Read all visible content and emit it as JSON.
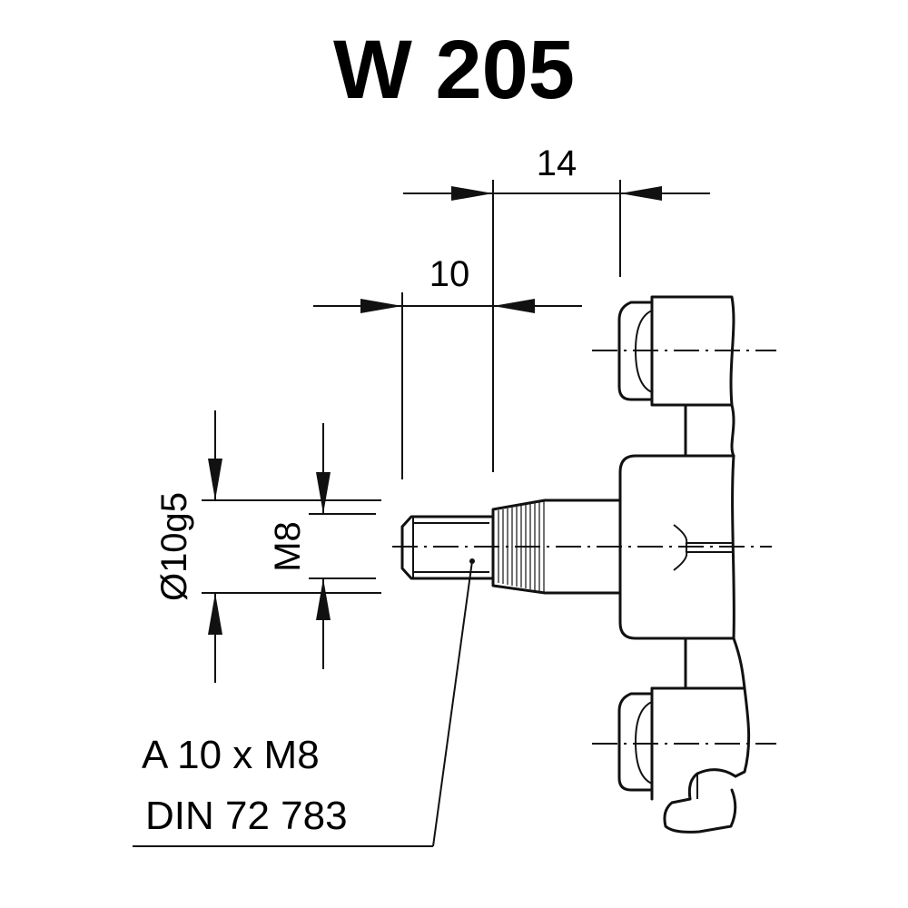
{
  "title": "W 205",
  "dimensions": {
    "top_length": "14",
    "stub_length": "10",
    "diameter": "Ø10g5",
    "thread": "M8"
  },
  "callout": {
    "line1": "A 10 x M8",
    "line2": "DIN 72 783"
  }
}
